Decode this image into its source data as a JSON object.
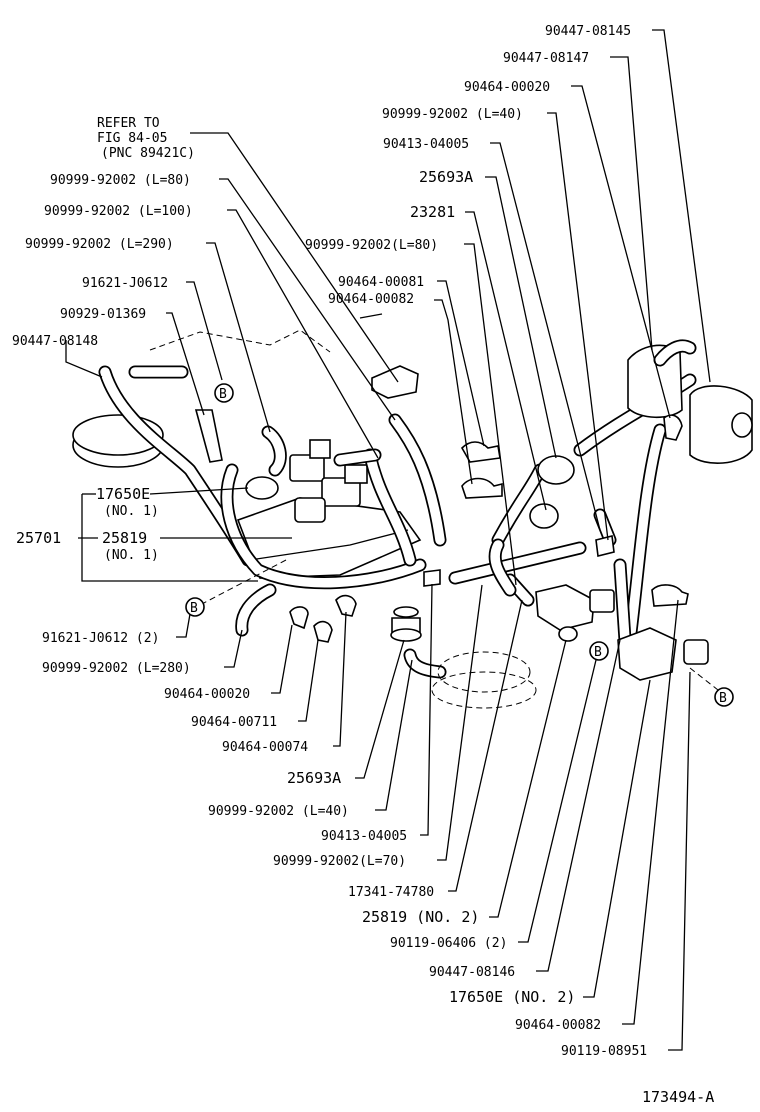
{
  "diagram": {
    "labels": {
      "refer_line1": "REFER TO",
      "refer_line2": "FIG 84-05",
      "refer_line3": "(PNC 89421C)",
      "l_90999_92002_l80": "90999-92002 (L=80)",
      "l_90999_92002_l100": "90999-92002 (L=100)",
      "l_90999_92002_l290": "90999-92002 (L=290)",
      "l_91621_j0612": "91621-J0612",
      "l_90929_01369": "90929-01369",
      "l_90447_08148": "90447-08148",
      "l_17650e_no1": "17650E",
      "l_17650e_no1_sub": "(NO. 1)",
      "l_25701": "25701",
      "l_25819_no1": "25819",
      "l_25819_no1_sub": "(NO. 1)",
      "l_91621_j0612_2": "91621-J0612 (2)",
      "l_90999_92002_l280": "90999-92002 (L=280)",
      "l_90464_00020_left": "90464-00020",
      "l_90464_00711": "90464-00711",
      "l_90464_00074": "90464-00074",
      "l_25693a_bottom": "25693A",
      "l_90999_92002_l40_bottom": "90999-92002 (L=40)",
      "l_90413_04005_bottom": "90413-04005",
      "l_90999_92002_l70": "90999-92002(L=70)",
      "l_17341_74780": "17341-74780",
      "l_25819_no2": "25819 (NO. 2)",
      "l_90119_06406": "90119-06406 (2)",
      "l_90447_08146": "90447-08146",
      "l_17650e_no2": "17650E (NO. 2)",
      "l_90464_00082_bottom": "90464-00082",
      "l_90119_08951": "90119-08951",
      "l_90447_08145": "90447-08145",
      "l_90447_08147": "90447-08147",
      "l_90464_00020_top": "90464-00020",
      "l_90999_92002_l40_top": "90999-92002 (L=40)",
      "l_90413_04005_top": "90413-04005",
      "l_25693a_top": "25693A",
      "l_23281": "23281",
      "l_90999_92002_l80_mid": "90999-92002(L=80)",
      "l_90464_00081": "90464-00081",
      "l_90464_00082_mid": "90464-00082",
      "callout_b": "B",
      "figure_number": "173494-A"
    }
  }
}
